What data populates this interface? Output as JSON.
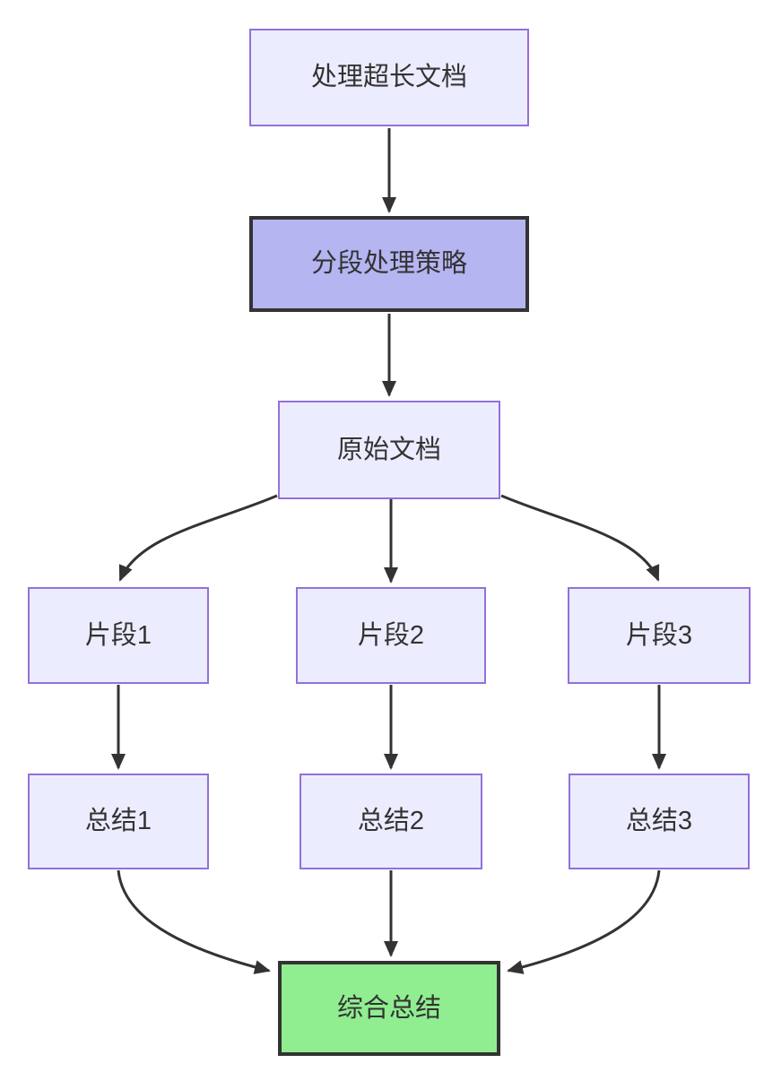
{
  "diagram": {
    "type": "flowchart",
    "direction": "top-down",
    "background": "#ffffff",
    "colors": {
      "node_fill": "#ECECFF",
      "node_border": "#9370DB",
      "emphasis_fill": "#B5B5F2",
      "emphasis_border": "#333333",
      "result_fill": "#90EE90",
      "result_border": "#333333",
      "edge": "#333333",
      "text": "#333333"
    },
    "nodes": {
      "start": {
        "label": "处理超长文档"
      },
      "strategy": {
        "label": "分段处理策略"
      },
      "source": {
        "label": "原始文档"
      },
      "frag1": {
        "label": "片段1"
      },
      "frag2": {
        "label": "片段2"
      },
      "frag3": {
        "label": "片段3"
      },
      "sum1": {
        "label": "总结1"
      },
      "sum2": {
        "label": "总结2"
      },
      "sum3": {
        "label": "总结3"
      },
      "final": {
        "label": "综合总结"
      }
    },
    "edges": [
      {
        "from": "处理超长文档",
        "to": "分段处理策略"
      },
      {
        "from": "分段处理策略",
        "to": "原始文档"
      },
      {
        "from": "原始文档",
        "to": "片段1"
      },
      {
        "from": "原始文档",
        "to": "片段2"
      },
      {
        "from": "原始文档",
        "to": "片段3"
      },
      {
        "from": "片段1",
        "to": "总结1"
      },
      {
        "from": "片段2",
        "to": "总结2"
      },
      {
        "from": "片段3",
        "to": "总结3"
      },
      {
        "from": "总结1",
        "to": "综合总结"
      },
      {
        "from": "总结2",
        "to": "综合总结"
      },
      {
        "from": "总结3",
        "to": "综合总结"
      }
    ]
  }
}
